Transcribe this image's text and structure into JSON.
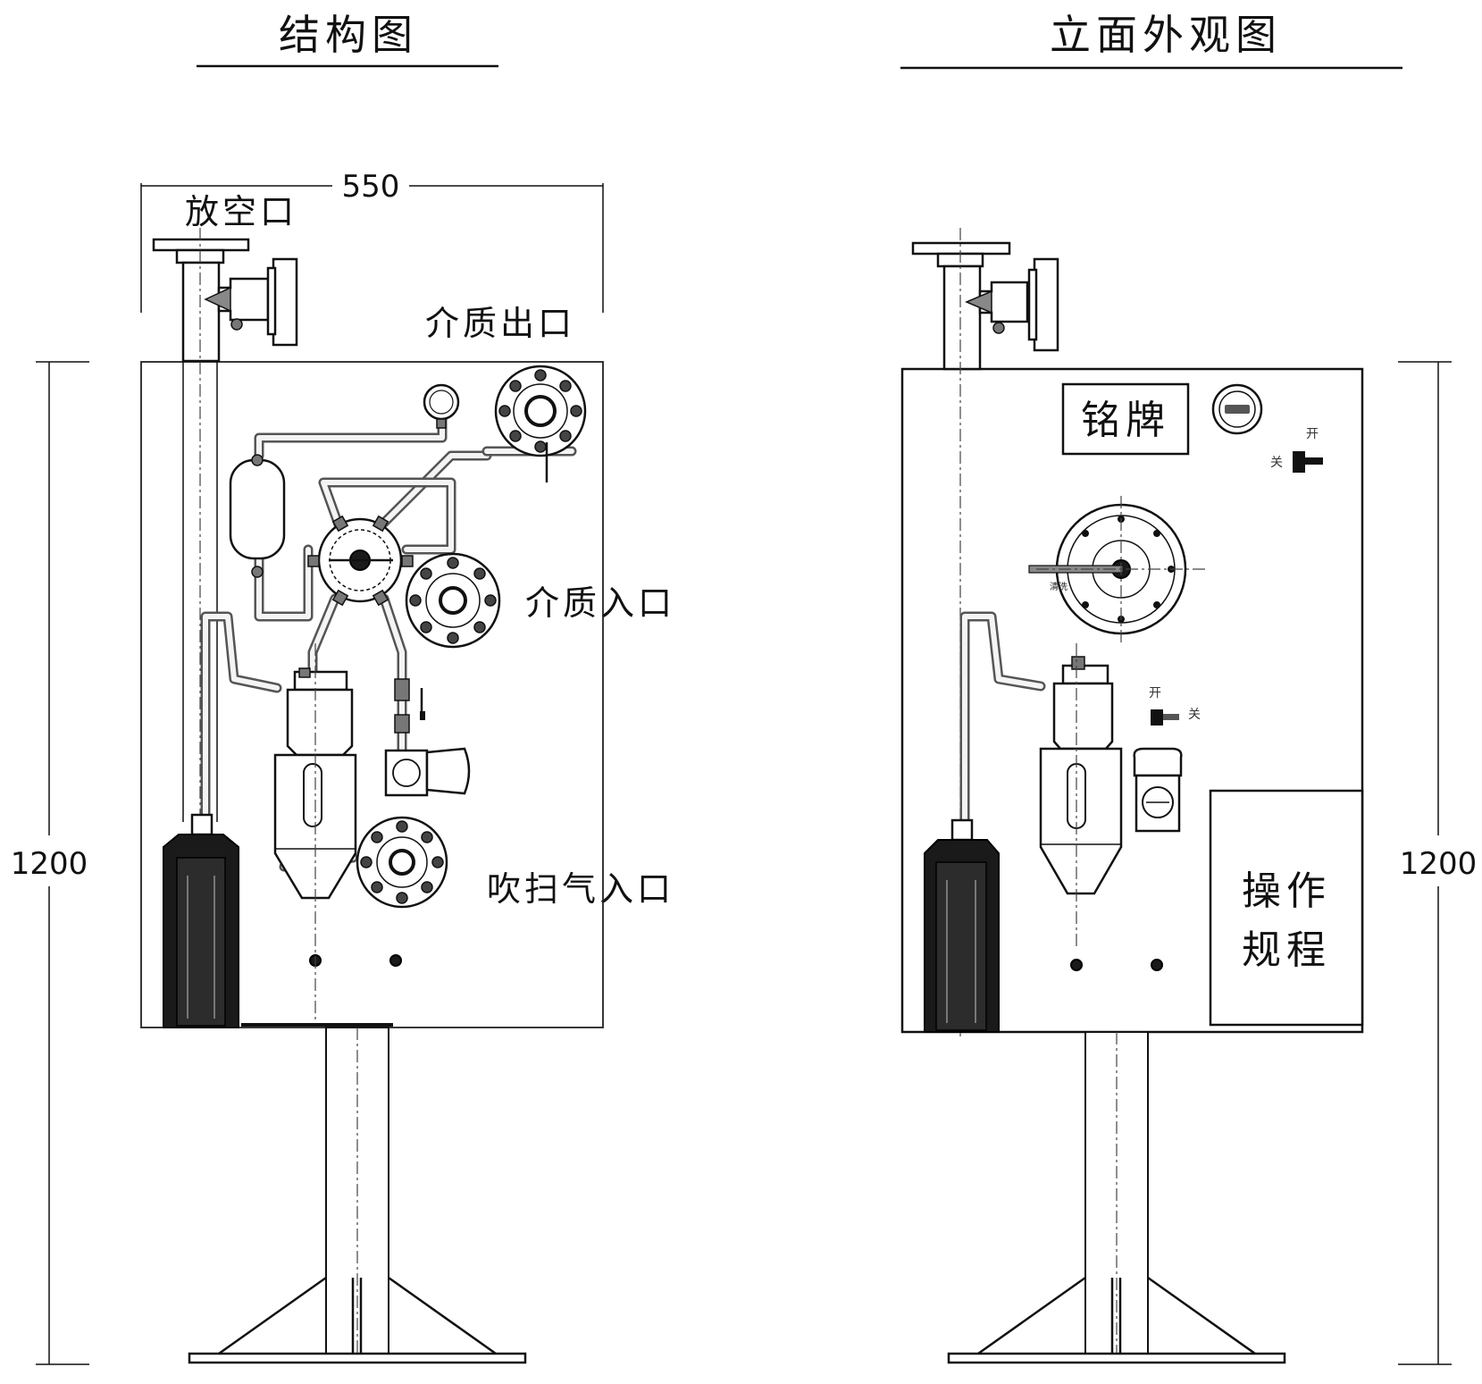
{
  "titles": {
    "structure": "结构图",
    "elevation": "立面外观图"
  },
  "dimensions": {
    "width": "550",
    "height_left": "1200",
    "height_right": "1200"
  },
  "callouts": {
    "vent": "放空口",
    "medium_outlet": "介质出口",
    "medium_inlet": "介质入口",
    "purge_inlet": "吹扫气入口"
  },
  "boards": {
    "nameplate": "铭牌",
    "procedure_line1": "操作",
    "procedure_line2": "规程"
  },
  "switches": {
    "top_on": "开",
    "top_off": "关",
    "mid_on": "开",
    "mid_off": "关"
  },
  "valve_labels": {
    "purge": "清洗"
  }
}
